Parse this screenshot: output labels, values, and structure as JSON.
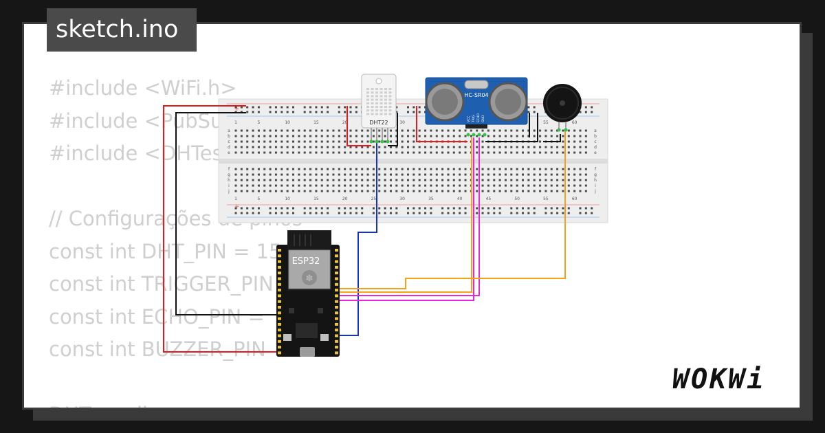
{
  "tab": {
    "title": "sketch.ino"
  },
  "code": {
    "lines": [
      "#include <WiFi.h>",
      "#include <PubSu",
      "#include <DHTes",
      "",
      "// Configurações de pinos",
      "const int DHT_PIN = 15",
      "const int TRIGGER_PIN",
      "const int ECHO_PIN = ",
      "const int BUZZER_PIN",
      "",
      "DHTesp dh"
    ]
  },
  "diagram": {
    "breadboard": {
      "column_labels": [
        "1",
        "5",
        "10",
        "15",
        "20",
        "25",
        "30",
        "35",
        "40",
        "45",
        "50",
        "55",
        "60"
      ],
      "row_labels_top": [
        "a",
        "b",
        "c",
        "d",
        "e"
      ],
      "row_labels_bottom": [
        "f",
        "g",
        "h",
        "i",
        "j"
      ]
    },
    "dht": {
      "label": "DHT22"
    },
    "ultrasonic": {
      "label": "HC-SR04",
      "pins": [
        "VCC",
        "TRIG",
        "ECHO",
        "GND"
      ]
    },
    "esp32": {
      "label": "ESP32"
    },
    "wire_colors": {
      "red": "#e31b1b",
      "black": "#111111",
      "blue": "#1530d6",
      "magenta": "#e629d8",
      "orange": "#f3a21c"
    }
  },
  "brand": {
    "logo": "WOKWi"
  }
}
